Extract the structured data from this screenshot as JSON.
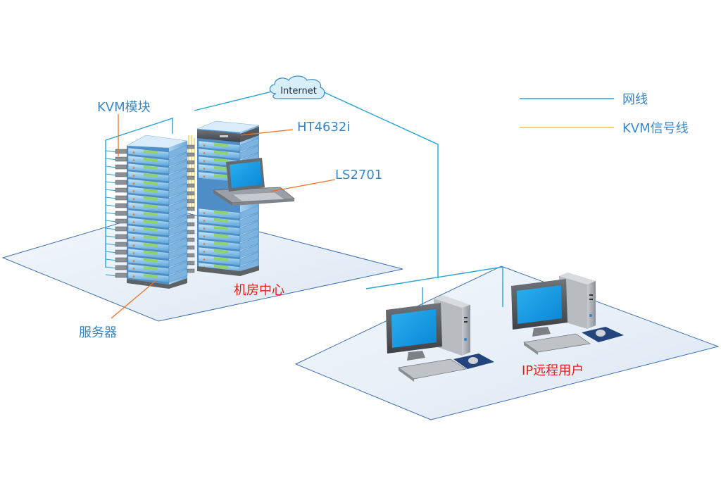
{
  "labels": {
    "kvm_module": "KVM模块",
    "ht4632i": "HT4632i",
    "ls2701": "LS2701",
    "internet": "Internet",
    "server": "服务器",
    "machine_room": "机房中心",
    "ip_remote_user": "IP远程用户"
  },
  "legend": {
    "network_line": "网线",
    "kvm_signal_line": "KVM信号线"
  },
  "colors": {
    "network_line": "#29a3d4",
    "kvm_signal_line": "#f0c63c",
    "callout": "#e8742a",
    "label_blue": "#3a86c4",
    "label_red": "#e0201c",
    "floor_fill": "#e7eef7",
    "floor_stroke": "#3d6fae"
  }
}
